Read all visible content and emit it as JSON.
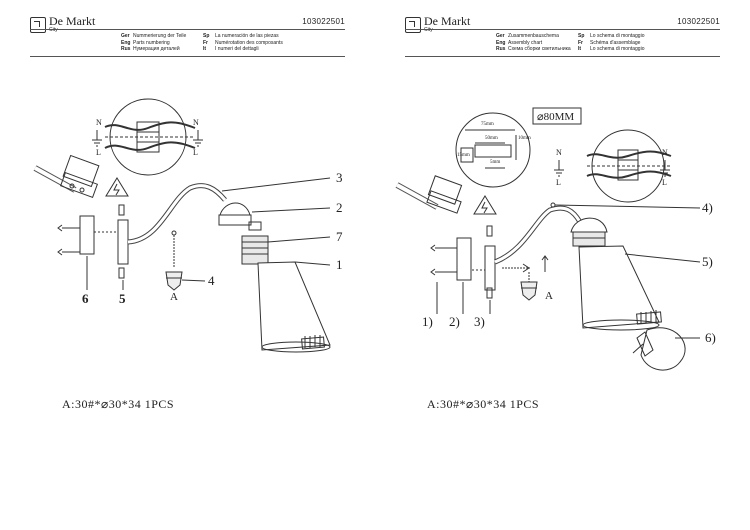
{
  "brand": {
    "name": "De Markt",
    "sub": "City"
  },
  "left": {
    "code": "103022501",
    "labels": [
      {
        "lang": "Ger",
        "text": "Nummerierung der Teile"
      },
      {
        "lang": "Eng",
        "text": "Parts numbering"
      },
      {
        "lang": "Rus",
        "text": "Нумерация деталей"
      }
    ],
    "labels2": [
      {
        "lang": "Sp",
        "text": "La numeración de las piezas"
      },
      {
        "lang": "Fr",
        "text": "Numérotation des composants"
      },
      {
        "lang": "It",
        "text": "I numeri del dettagli"
      }
    ],
    "wire_labels": {
      "n_left": "N",
      "n_right": "N",
      "l_left": "L",
      "l_right": "L"
    },
    "callouts": {
      "n3": "3",
      "n2": "2",
      "n7": "7",
      "n1": "1",
      "n4": "4",
      "n6": "6",
      "n5": "5",
      "a": "A"
    },
    "caption": "A:30#*⌀30*34   1PCS"
  },
  "right": {
    "code": "103022501",
    "labels": [
      {
        "lang": "Ger",
        "text": "Zusammenbauschema"
      },
      {
        "lang": "Eng",
        "text": "Assembly chart"
      },
      {
        "lang": "Rus",
        "text": "Схема сборки светильника"
      }
    ],
    "labels2": [
      {
        "lang": "Sp",
        "text": "Lo schema di montaggio"
      },
      {
        "lang": "Fr",
        "text": "Schéma d'assemblage"
      },
      {
        "lang": "It",
        "text": "Lo schema di montaggio"
      }
    ],
    "dims": {
      "diameter": "⌀80MM",
      "d75": "75mm",
      "d50": "50mm",
      "d10": "10mm",
      "d15": "15mm",
      "d5": "5mm"
    },
    "wire_labels": {
      "n_left": "N",
      "n_right": "N",
      "l_left": "L",
      "l_right": "L"
    },
    "callouts": {
      "n4": "4)",
      "n5": "5)",
      "n6": "6)",
      "n1": "1)",
      "n2": "2)",
      "n3": "3)",
      "a": "A"
    },
    "caption": "A:30#*⌀30*34   1PCS"
  }
}
